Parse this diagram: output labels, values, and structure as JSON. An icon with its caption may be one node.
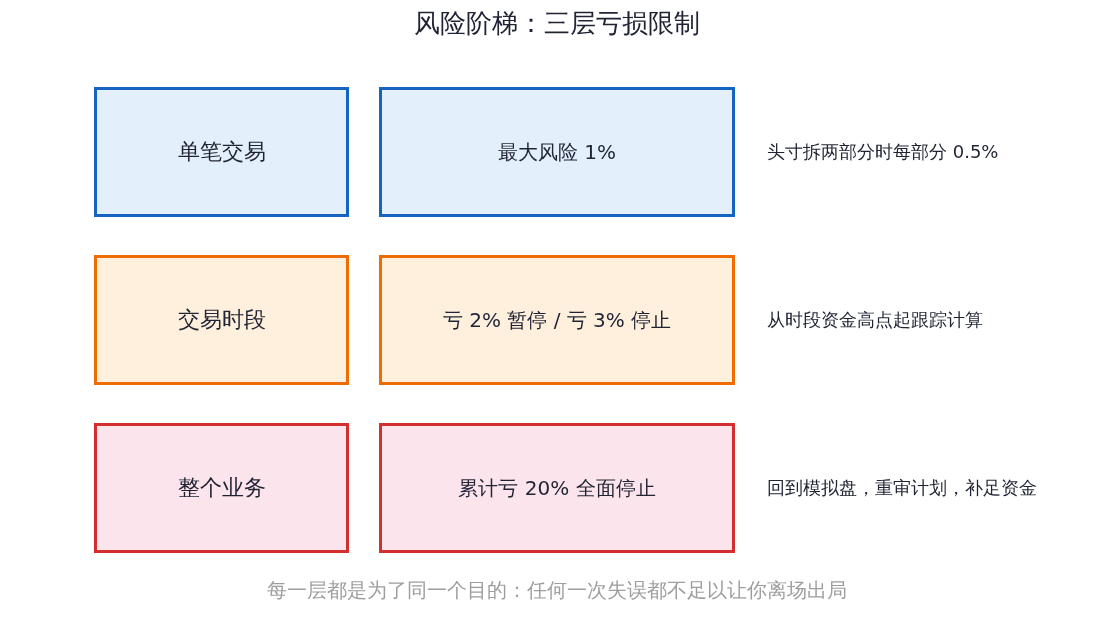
{
  "diagram": {
    "title": "风险阶梯：三层亏损限制",
    "nodes": [
      {
        "text": [
          "单笔交易"
        ]
      },
      {
        "text": [
          "最大风险 1%"
        ],
        "beside": [
          "头寸拆两部分时每部分 0.5%"
        ]
      },
      {
        "text": [
          "交易时段"
        ]
      },
      {
        "text": [
          "亏 2% 暂停 / 亏 3% 停止"
        ],
        "beside": [
          "从时段资金高点起跟踪计算"
        ]
      },
      {
        "text": [
          "整个业务"
        ]
      },
      {
        "text": [
          "累计亏 20% 全面停止"
        ],
        "beside": [
          "回到模拟盘，重审计划，补足资金"
        ]
      }
    ],
    "caption": "每一层都是为了同一个目的：任何一次失误都不足以让你离场出局"
  }
}
